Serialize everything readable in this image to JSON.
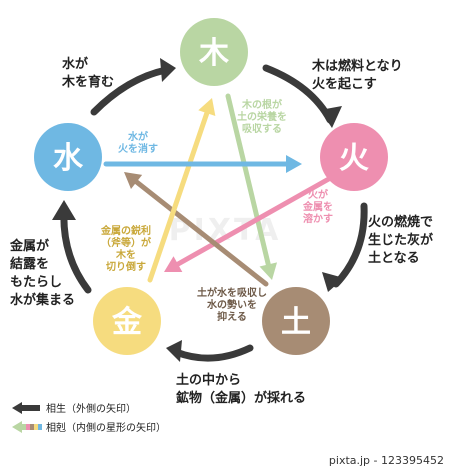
{
  "nodes": [
    {
      "id": "wood",
      "label": "木",
      "color": "#b9d6a3"
    },
    {
      "id": "fire",
      "label": "火",
      "color": "#ee8fb0"
    },
    {
      "id": "earth",
      "label": "土",
      "color": "#a78c74"
    },
    {
      "id": "metal",
      "label": "金",
      "color": "#f6dc7f"
    },
    {
      "id": "water",
      "label": "水",
      "color": "#6fb8e3"
    }
  ],
  "generating": [
    {
      "from": "wood",
      "to": "fire",
      "lines": [
        "木は燃料となり",
        "火を起こす"
      ]
    },
    {
      "from": "fire",
      "to": "earth",
      "lines": [
        "火の燃焼で",
        "生じた灰が",
        "土となる"
      ]
    },
    {
      "from": "earth",
      "to": "metal",
      "lines": [
        "土の中から",
        "鉱物（金属）が採れる"
      ]
    },
    {
      "from": "metal",
      "to": "water",
      "lines": [
        "金属が",
        "結露を",
        "もたらし",
        "水が集まる"
      ]
    },
    {
      "from": "water",
      "to": "wood",
      "lines": [
        "水が",
        "木を育む"
      ]
    }
  ],
  "overcoming": [
    {
      "from": "wood",
      "to": "earth",
      "color": "#b9d6a3",
      "lines": [
        "木の根が",
        "土の栄養を",
        "吸収する"
      ]
    },
    {
      "from": "fire",
      "to": "metal",
      "color": "#ee8fb0",
      "lines": [
        "火が",
        "金属を",
        "溶かす"
      ]
    },
    {
      "from": "earth",
      "to": "water",
      "color": "#a78c74",
      "lines": [
        "土が水を吸収し",
        "水の勢いを",
        "抑える"
      ]
    },
    {
      "from": "metal",
      "to": "wood",
      "color": "#f6dc7f",
      "lines": [
        "金属の鋭利",
        "（斧等）が",
        "木を",
        "切り倒す"
      ]
    },
    {
      "from": "water",
      "to": "fire",
      "color": "#6fb8e3",
      "lines": [
        "水が",
        "火を消す"
      ]
    }
  ],
  "legend": {
    "generating_label": "相生（外側の矢印）",
    "overcoming_label": "相剋（内側の星形の矢印）",
    "generating_color": "#3a3a3a",
    "overcoming_colors": [
      "#b9d6a3",
      "#ee8fb0",
      "#a78c74",
      "#f6dc7f",
      "#6fb8e3"
    ]
  },
  "watermark": "PIXTA",
  "credit": "pixta.jp - 123395452"
}
